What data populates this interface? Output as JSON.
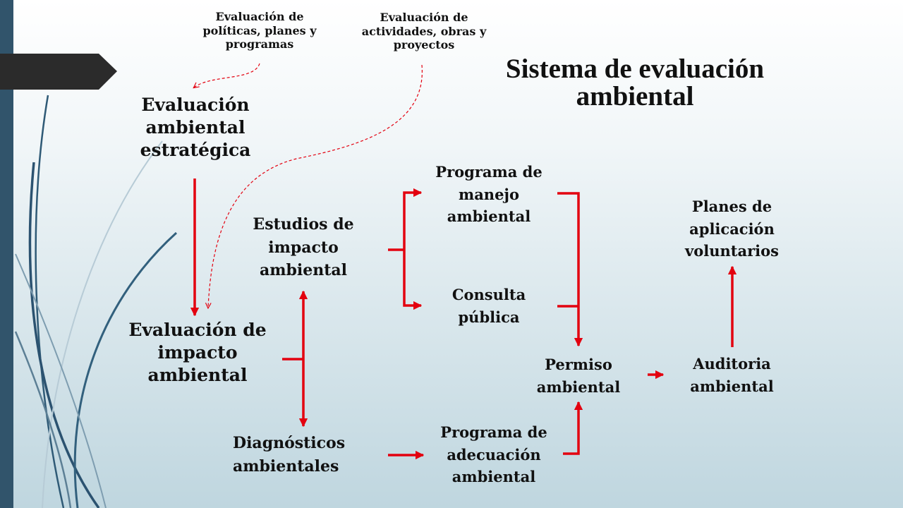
{
  "title": "Sistema de evaluación ambiental",
  "notes": {
    "policies": "Evaluación de políticas, planes y programas",
    "activities": "Evaluación de actividades, obras y proyectos"
  },
  "nodes": {
    "eae": "Evaluación ambiental estratégica",
    "eia": "Evaluación de impacto ambiental",
    "estudios": "Estudios de impacto ambiental",
    "diagnosticos": "Diagnósticos ambientales",
    "programa_manejo": "Programa de manejo ambiental",
    "consulta": "Consulta pública",
    "programa_adecuacion": "Programa de adecuación ambiental",
    "permiso": "Permiso ambiental",
    "auditoria": "Auditoria ambiental",
    "planes": "Planes de aplicación voluntarios"
  },
  "colors": {
    "arrow": "#e3000f",
    "sidebar": "#31546b",
    "tab": "#2b2b2b",
    "bg_top": "#ffffff",
    "bg_bottom": "#bfd7df"
  }
}
